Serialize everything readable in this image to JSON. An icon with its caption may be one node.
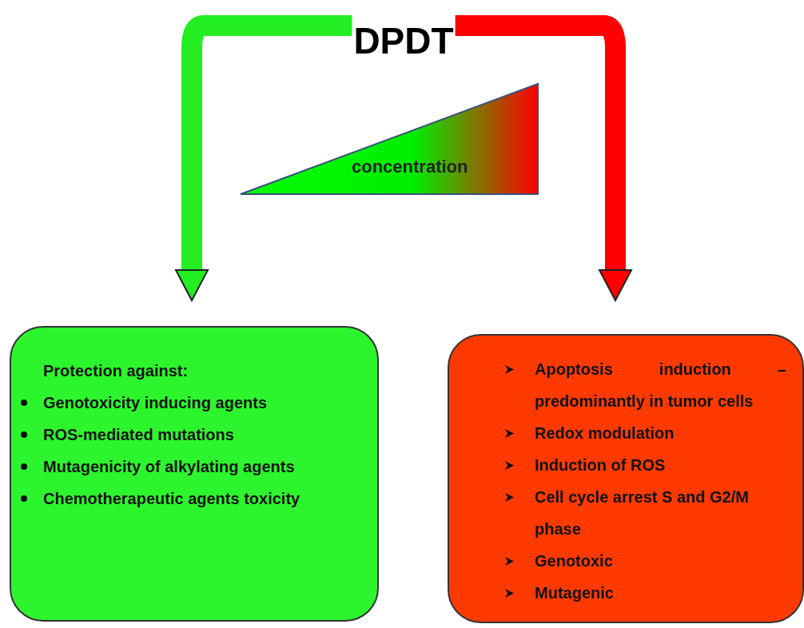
{
  "diagram": {
    "nodes": [
      {
        "text": [
          "DPDT"
        ]
      },
      {
        "text": [
          "concentration"
        ]
      },
      {
        "text": [
          "Protection against:",
          "Genotoxicity inducing agents",
          "ROS-mediated mutations",
          "Mutagenicity of alkylating agents",
          "Chemotherapeutic agents toxicity"
        ]
      },
      {
        "text": [
          "Apoptosis induction – predominantly in tumor cells",
          "Redox modulation",
          "Induction of ROS",
          "Cell cycle arrest S and G2/M phase",
          "Genotoxic",
          "Mutagenic"
        ]
      }
    ],
    "edges": [
      {
        "from": 0,
        "to": 2,
        "arrow": "to",
        "color": "#22ee22"
      },
      {
        "from": 0,
        "to": 3,
        "arrow": "to",
        "color": "#ff0000"
      }
    ]
  }
}
